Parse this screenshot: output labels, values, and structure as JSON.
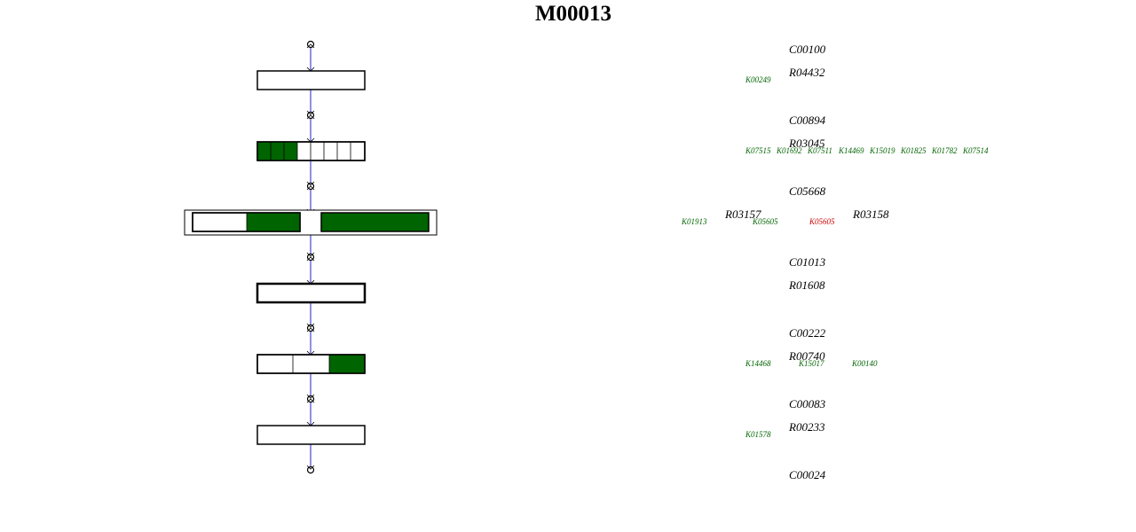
{
  "title": "M00013",
  "colors": {
    "edge": "#2222cc",
    "fill": "#006400",
    "ko_green": "#006400",
    "ko_red": "#cc0000"
  },
  "steps": [
    {
      "compound": "C00100",
      "reaction": "R04432",
      "kos": [
        {
          "id": "K00249",
          "status": "green"
        }
      ]
    },
    {
      "compound": "C00894",
      "reaction": "R03045",
      "kos": [
        {
          "id": "K07515",
          "status": "green"
        },
        {
          "id": "K01692",
          "status": "green"
        },
        {
          "id": "K07511",
          "status": "green"
        },
        {
          "id": "K14469",
          "status": "green"
        },
        {
          "id": "K15019",
          "status": "green"
        },
        {
          "id": "K01825",
          "status": "green"
        },
        {
          "id": "K01782",
          "status": "green"
        },
        {
          "id": "K07514",
          "status": "green"
        }
      ]
    },
    {
      "compound": "C05668",
      "reaction": "R03157",
      "reaction2": "R03158",
      "kos": [
        {
          "id": "K01913",
          "status": "green"
        },
        {
          "id": "K05605",
          "status": "green"
        },
        {
          "id": "K05605",
          "status": "red"
        }
      ]
    },
    {
      "compound": "C01013",
      "reaction": "R01608",
      "kos": []
    },
    {
      "compound": "C00222",
      "reaction": "R00740",
      "kos": [
        {
          "id": "K14468",
          "status": "green"
        },
        {
          "id": "K15017",
          "status": "green"
        },
        {
          "id": "K00140",
          "status": "green"
        }
      ]
    },
    {
      "compound": "C00083",
      "reaction": "R00233",
      "kos": [
        {
          "id": "K01578",
          "status": "green"
        }
      ]
    }
  ],
  "final_compound": "C00024"
}
